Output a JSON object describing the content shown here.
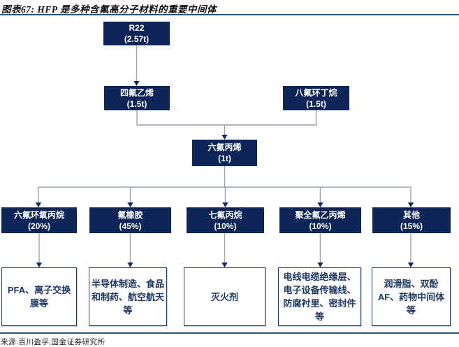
{
  "header": {
    "title": "图表67: HFP 是多种含氟高分子材料的重要中间体"
  },
  "flowchart": {
    "root": {
      "label": "R22",
      "value": "(2.57t)"
    },
    "intermediates": [
      {
        "label": "四氟乙烯",
        "value": "(1.5t)"
      },
      {
        "label": "八氟环丁烷",
        "value": "(1.5t)"
      }
    ],
    "hub": {
      "label": "六氟丙烯",
      "value": "(1t)"
    },
    "products": [
      {
        "label": "六氟环氧丙烷",
        "share": "(20%)",
        "applications": "PFA、离子交换膜等"
      },
      {
        "label": "氟橡胶",
        "share": "(45%)",
        "applications": "半导体制造、食品和制药、航空航天等"
      },
      {
        "label": "七氟丙烷",
        "share": "(10%)",
        "applications": "灭火剂"
      },
      {
        "label": "聚全氟乙丙烯",
        "share": "(10%)",
        "applications": "电线电缆绝缘层、电子设备传输线、防腐衬里、密封件等"
      },
      {
        "label": "其他",
        "share": "(15%)",
        "applications": "润滑脂、双酚AF、药物中间体等"
      }
    ]
  },
  "footer": {
    "source": "来源:百川盈孚,国金证券研究所"
  },
  "colors": {
    "node_fill": "#0E2557",
    "node_text": "#FFFFFF",
    "leaf_border": "#1F3864",
    "leaf_text": "#1F3864",
    "connector_line": "#98A2B4",
    "arrowhead": "#152A5E",
    "divider": "#1F5B7E"
  }
}
